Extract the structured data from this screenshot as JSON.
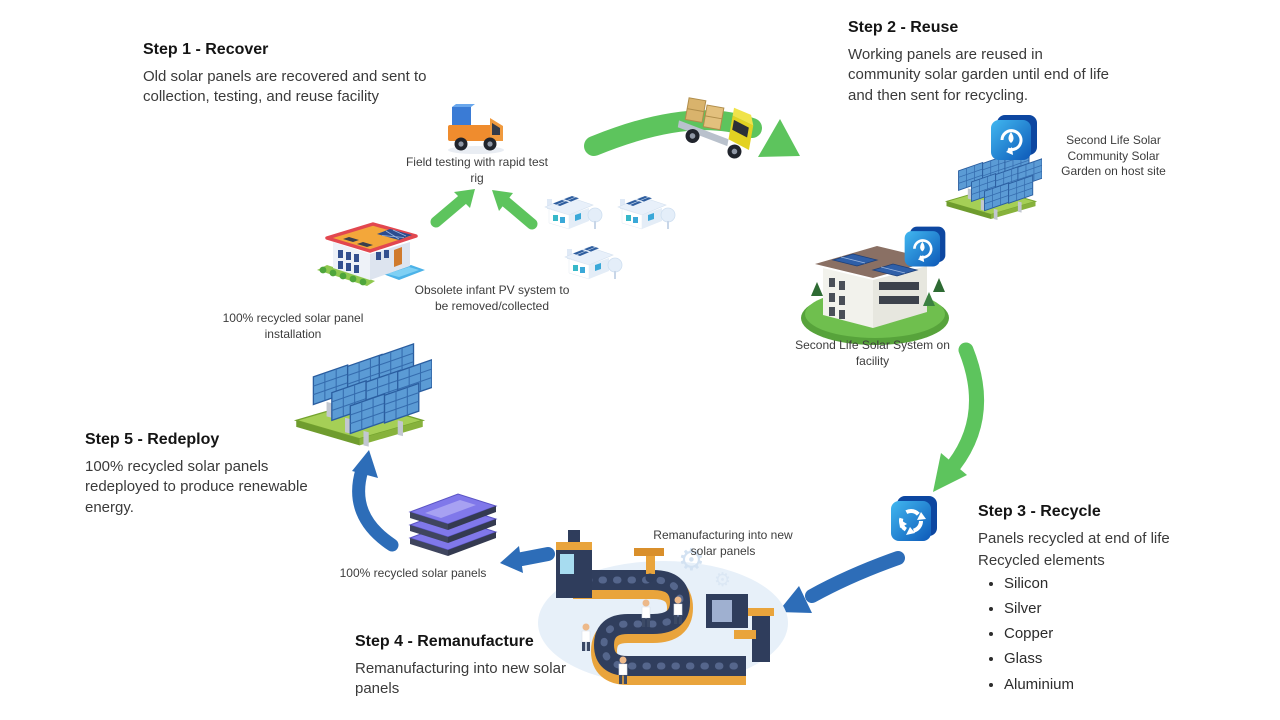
{
  "steps": {
    "step1": {
      "title": "Step 1 - Recover",
      "desc": "Old solar panels are recovered and sent to collection, testing, and reuse facility"
    },
    "step2": {
      "title": "Step 2 - Reuse",
      "desc": "Working panels are reused in community solar garden until end of life and then sent for recycling."
    },
    "step3": {
      "title": "Step 3 - Recycle",
      "desc": "Panels recycled at end of life",
      "sublabel": "Recycled elements",
      "elements": [
        "Silicon",
        "Silver",
        "Copper",
        "Glass",
        "Aluminium"
      ]
    },
    "step4": {
      "title": "Step 4 - Remanufacture",
      "desc": "Remanufacturing into new solar panels"
    },
    "step5": {
      "title": "Step 5 - Redeploy",
      "desc": "100% recycled solar panels redeployed to produce renewable energy."
    }
  },
  "labels": {
    "field_testing": "Field testing with rapid test rig",
    "obsolete_pv": "Obsolete infant PV system to be removed/collected",
    "community_garden": "Second Life Solar Community Solar Garden on host site",
    "facility_system": "Second Life Solar System on facility",
    "remanufacturing": "Remanufacturing into new solar panels",
    "recycled_panels": "100% recycled solar panels",
    "recycled_installation": "100% recycled solar panel installation"
  },
  "icons": {
    "reuse_cube": "second-life-solar-cube-icon",
    "recycle_cube": "recycle-cube-icon"
  },
  "colors": {
    "reuse_flow_green": "#5dc45d",
    "recycle_flow_blue": "#2d6db8",
    "panel_blue": "#5b9bd5",
    "base_green": "#a5cf56"
  }
}
